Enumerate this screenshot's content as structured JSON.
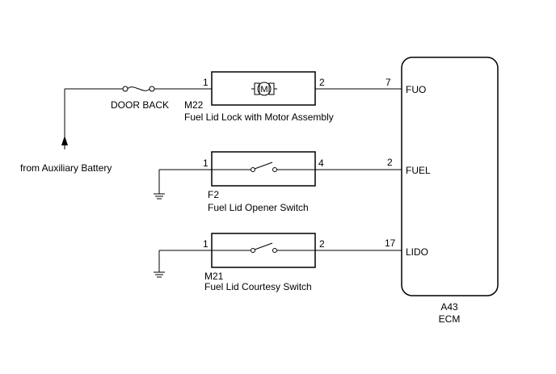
{
  "ecm": {
    "connector": "A43",
    "name": "ECM"
  },
  "battery_label": "from Auxiliary Battery",
  "fuse_label": "DOOR BACK",
  "motor_symbol": "M",
  "components": [
    {
      "code": "M22",
      "name": "Fuel Lid Lock with Motor Assembly",
      "pin_in": "1",
      "pin_out": "2",
      "ecm_pin": "7",
      "ecm_terminal": "FUO"
    },
    {
      "code": "F2",
      "name": "Fuel Lid Opener Switch",
      "pin_in": "1",
      "pin_out": "4",
      "ecm_pin": "2",
      "ecm_terminal": "FUEL"
    },
    {
      "code": "M21",
      "name": "Fuel Lid Courtesy Switch",
      "pin_in": "1",
      "pin_out": "2",
      "ecm_pin": "17",
      "ecm_terminal": "LIDO"
    }
  ],
  "icons": [
    "fuse-icon",
    "motor-icon",
    "switch-icon",
    "ground-icon",
    "arrow-up-icon"
  ]
}
